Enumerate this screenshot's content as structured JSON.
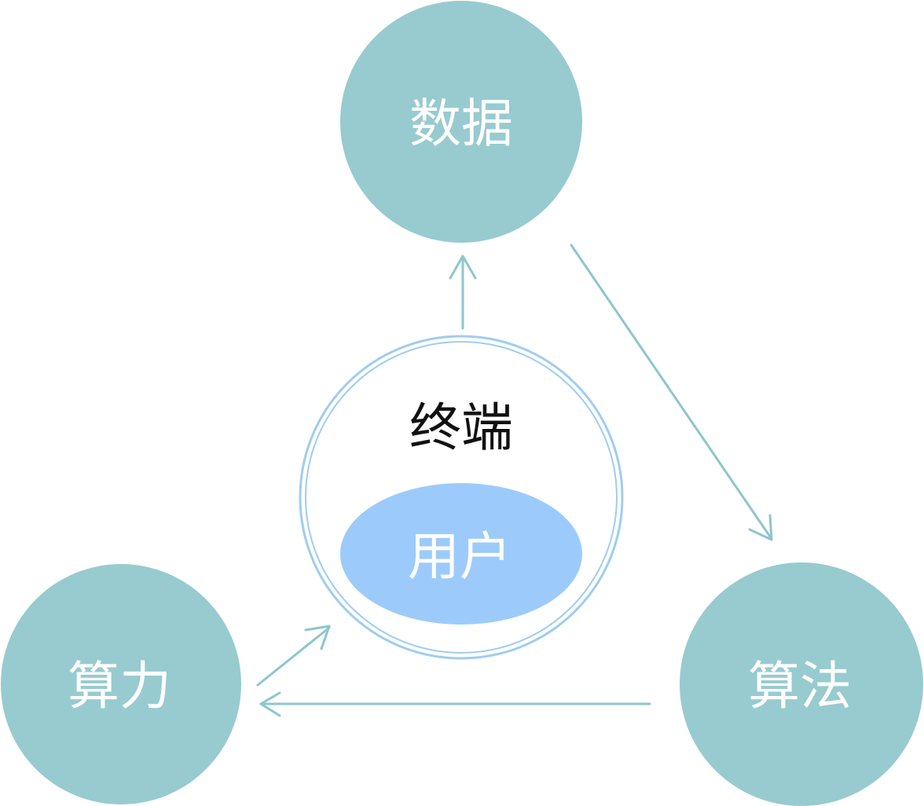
{
  "nodes": {
    "data": {
      "label": "数据"
    },
    "algorithm": {
      "label": "算法"
    },
    "compute": {
      "label": "算力"
    },
    "terminal": {
      "label": "终端"
    },
    "user": {
      "label": "用户"
    }
  },
  "colors": {
    "teal_node": "#97cbcf",
    "terminal_ring": "#9fcdf0",
    "user_fill": "#9ccbfb",
    "arrow": "#8ec6cc",
    "node_text_light": "#ffffff",
    "terminal_text": "#111111"
  }
}
